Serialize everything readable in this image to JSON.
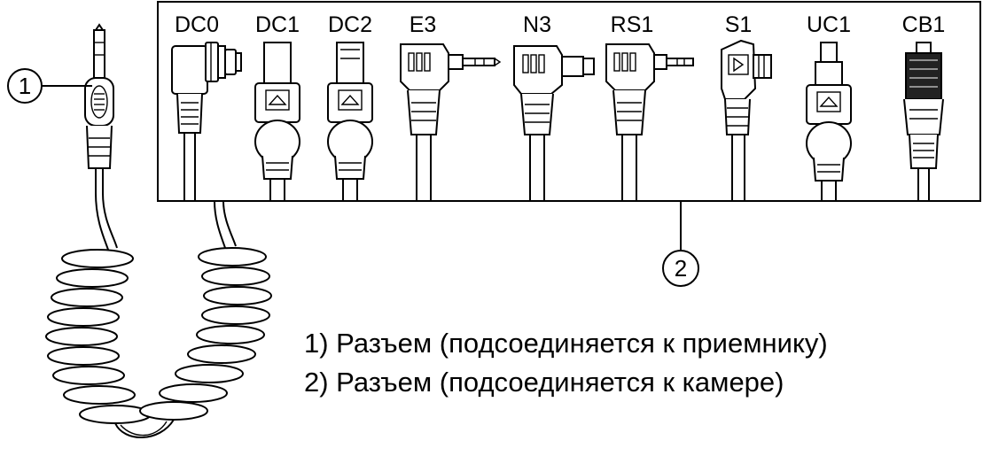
{
  "connectors": [
    "DC0",
    "DC1",
    "DC2",
    "E3",
    "N3",
    "RS1",
    "S1",
    "UC1",
    "CB1"
  ],
  "callouts": {
    "one": "1",
    "two": "2"
  },
  "legend": [
    "1) Разъем (подсоединяется к приемнику)",
    "2) Разъем (подсоединяется к камере)"
  ]
}
